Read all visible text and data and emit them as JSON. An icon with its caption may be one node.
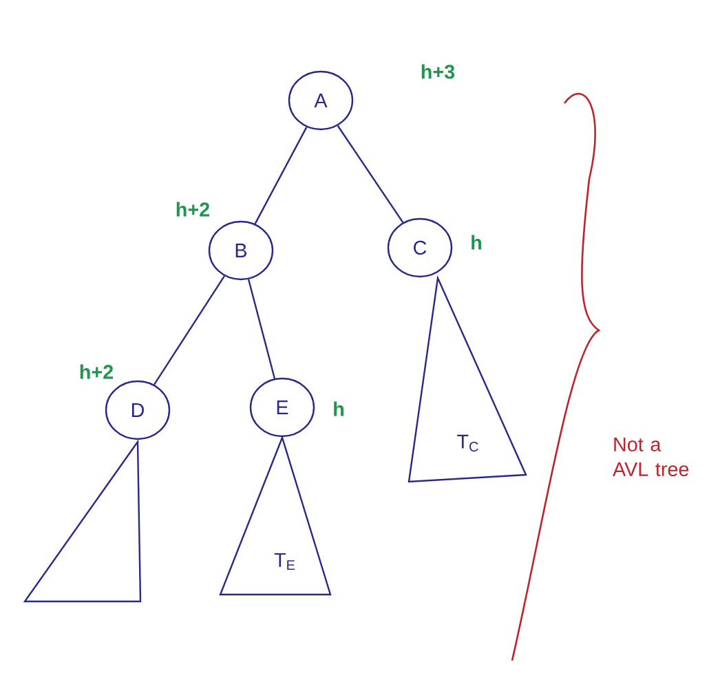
{
  "diagram": {
    "nodes": [
      {
        "text": [
          "A"
        ],
        "beside": [
          "h+3"
        ]
      },
      {
        "text": [
          "B"
        ],
        "beside": [
          "h+2"
        ]
      },
      {
        "text": [
          "C"
        ],
        "beside": [
          "h"
        ]
      },
      {
        "text": [
          "D"
        ],
        "beside": [
          "h+2"
        ]
      },
      {
        "text": [
          "E"
        ],
        "beside": [
          "h"
        ]
      },
      {
        "text": [],
        "shape": "triangle"
      },
      {
        "text": [
          "T$_{E}$"
        ]
      },
      {
        "text": [
          "T$_{C}$"
        ]
      }
    ],
    "edges": [
      {
        "from": 0,
        "to": 1,
        "arrow": "none"
      },
      {
        "from": 0,
        "to": 2,
        "arrow": "none"
      },
      {
        "from": 1,
        "to": 3,
        "arrow": "none"
      },
      {
        "from": 1,
        "to": 4,
        "arrow": "none"
      }
    ],
    "labels": [
      "Not a AVL tree"
    ]
  }
}
